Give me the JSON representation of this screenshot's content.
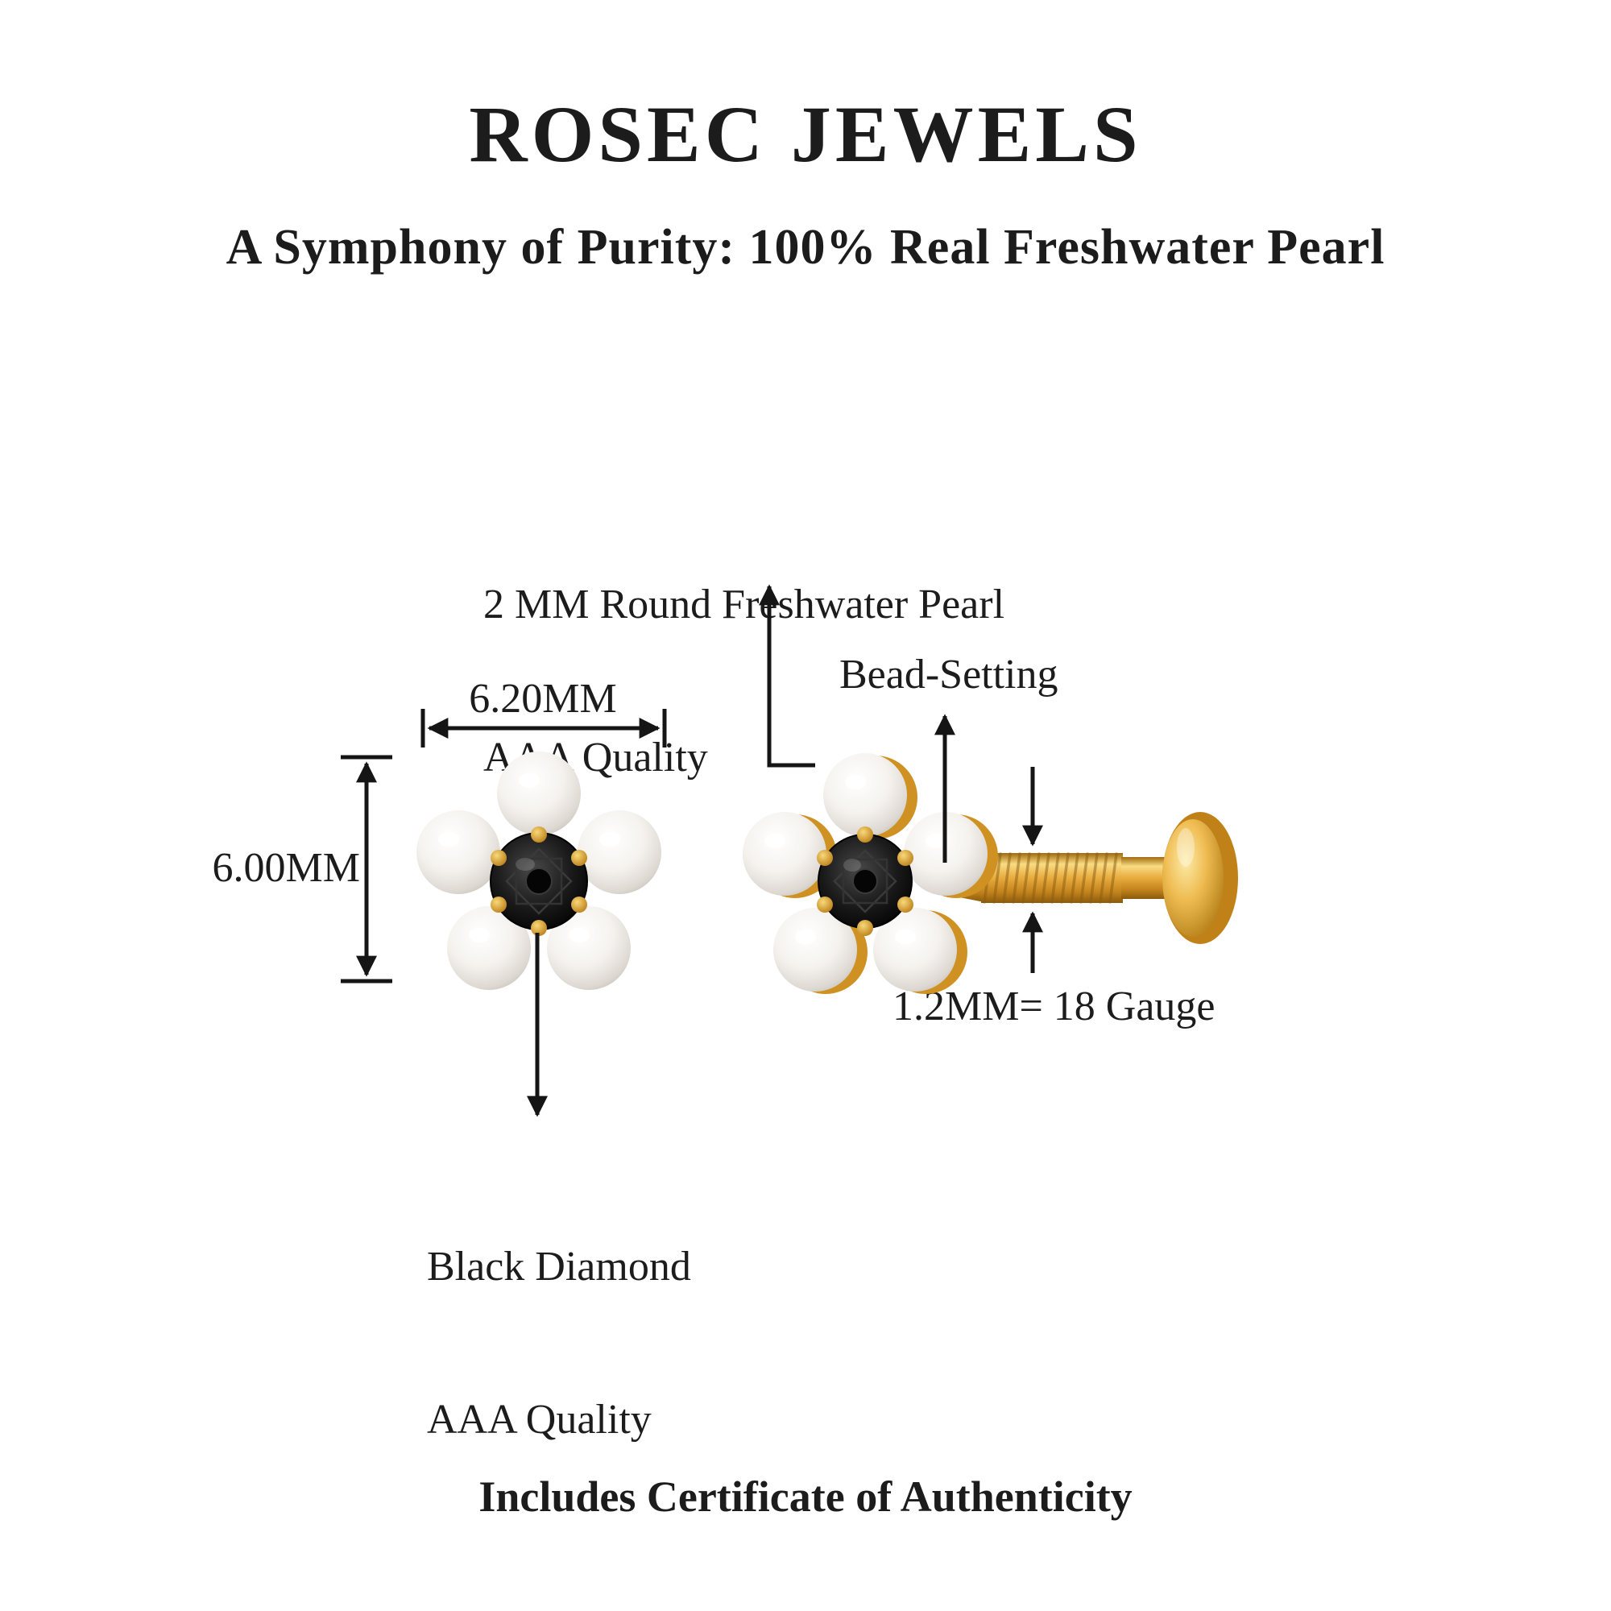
{
  "header": {
    "brand": "ROSEC JEWELS",
    "tagline": "A Symphony of Purity: 100% Real Freshwater Pearl"
  },
  "annotations": {
    "pearl": {
      "line1": "2 MM Round Freshwater Pearl",
      "line2": "AAA Quality"
    },
    "bead_setting": "Bead-Setting",
    "width": "6.20MM",
    "height": "6.00MM",
    "gauge": "1.2MM= 18 Gauge",
    "diamond": {
      "line1": "Black Diamond",
      "line2": "AAA Quality"
    }
  },
  "footer": {
    "certificate": "Includes Certificate of Authenticity"
  },
  "product": {
    "views": [
      "front-view-flower-earring",
      "side-view-labret-stud"
    ],
    "materials": [
      "freshwater-pearl",
      "black-diamond",
      "yellow-gold"
    ]
  },
  "colors": {
    "background": "#FFFFFF",
    "text": "#1C1C1C",
    "gold": "#E2A438",
    "gold_light": "#F9DC82",
    "gold_dark": "#9C6B10",
    "pearl": "#F2EFEA",
    "diamond": "#111111",
    "arrow": "#151515"
  }
}
